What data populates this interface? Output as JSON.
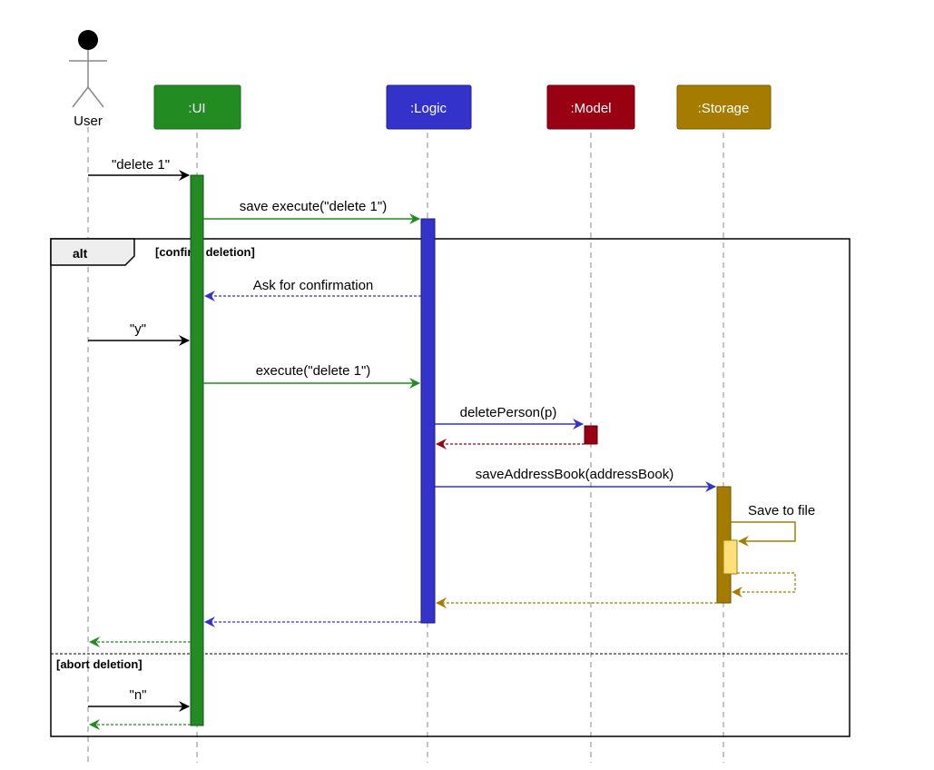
{
  "actor": {
    "label": "User"
  },
  "participants": [
    {
      "id": "ui",
      "label": ":UI",
      "color": "#228B22"
    },
    {
      "id": "logic",
      "label": ":Logic",
      "color": "#3333CC"
    },
    {
      "id": "model",
      "label": ":Model",
      "color": "#990012"
    },
    {
      "id": "storage",
      "label": ":Storage",
      "color": "#A67C00"
    }
  ],
  "fragment": {
    "keyword": "alt",
    "guard_1": "[confirm deletion]",
    "guard_2": "[abort deletion]"
  },
  "messages": {
    "m1": "\"delete 1\"",
    "m2": "save execute(\"delete 1\")",
    "m3": "Ask for confirmation",
    "m4": "\"y\"",
    "m5": "execute(\"delete 1\")",
    "m6": "deletePerson(p)",
    "m7": "saveAddressBook(addressBook)",
    "m8": "Save to file",
    "m9": "\"n\""
  },
  "colors": {
    "ui": "#228B22",
    "logic": "#3333CC",
    "model": "#990012",
    "storage": "#A67C00",
    "storage_inner": "#FFE07A"
  }
}
